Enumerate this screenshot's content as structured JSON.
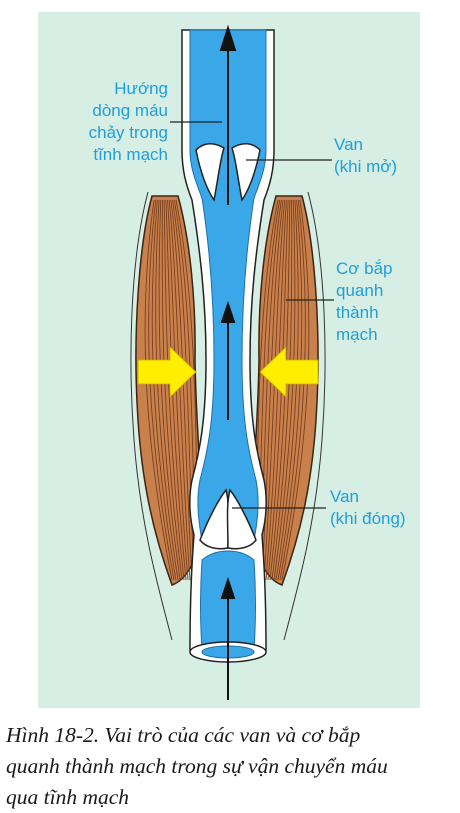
{
  "labels": {
    "flow_direction": [
      "Hướng",
      "dòng máu",
      "chảy trong",
      "tĩnh mạch"
    ],
    "valve_open": [
      "Van",
      "(khi mở)"
    ],
    "muscle": [
      "Cơ bắp",
      "quanh",
      "thành",
      "mạch"
    ],
    "valve_closed": [
      "Van",
      "(khi đóng)"
    ]
  },
  "caption": {
    "lines": [
      "Hình 18-2. Vai trò của các van và cơ bắp",
      "quanh thành mạch trong sự vận chuyển máu",
      "qua tĩnh mạch"
    ]
  },
  "colors": {
    "background": "#d6eee4",
    "blood": "#3aa8e8",
    "vein_wall": "#ffffff",
    "muscle": "#c8814c",
    "muscle_fiber": "#7a3f1d",
    "arrow_yellow": "#ffee00",
    "label_text": "#1f9fd8"
  },
  "icons": {
    "flow_arrow": "arrow-up-icon",
    "squeeze_arrow_left": "arrow-right-icon",
    "squeeze_arrow_right": "arrow-left-icon"
  }
}
